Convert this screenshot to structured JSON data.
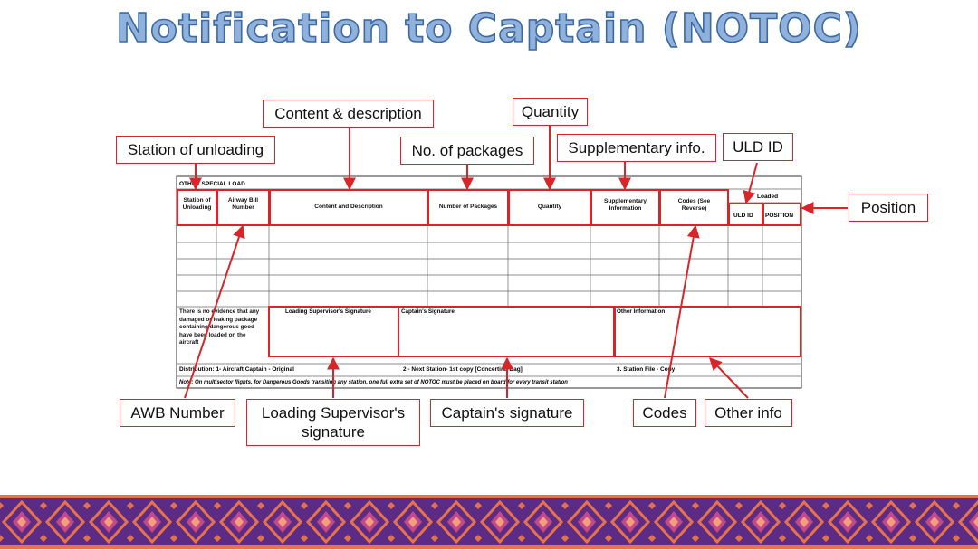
{
  "title": "Notification to Captain (NOTOC)",
  "form": {
    "section_header": "OTHER SPECIAL LOAD",
    "columns": {
      "station": "Station of Unloading",
      "airway_bill": "Airway Bill Number",
      "content": "Content and Description",
      "packages": "Number of Packages",
      "quantity": "Quantity",
      "supplementary": "Supplementary Information",
      "codes": "Codes (See Reverse)",
      "loaded": "Loaded",
      "uld_id": "ULD ID",
      "position": "POSITION"
    },
    "declaration": "There is no evidence that any damaged or leaking package containing dangerous good have been loaded on the aircraft",
    "loading_supervisor_signature": "Loading Supervisor's Signature",
    "captain_signature": "Captain's Signature",
    "other_information": "Other Information",
    "distribution": {
      "d1": "Distribution: 1- Aircraft Captain - Original",
      "d2": "2 - Next Station- 1st copy [Concertina Bag]",
      "d3": "3. Station File - Copy"
    },
    "note": "Note: On multisector flights, for Dangerous Goods transiting any station, one full extra set of NOTOC must be placed on board for every transit station"
  },
  "callouts": {
    "content": "Content & description",
    "quantity": "Quantity",
    "station": "Station of unloading",
    "packages": "No. of packages",
    "supplementary": "Supplementary info.",
    "uld_id": "ULD ID",
    "position": "Position",
    "awb": "AWB Number",
    "loading_supervisor": "Loading Supervisor's signature",
    "captain": "Captain's signature",
    "codes": "Codes",
    "other_info": "Other info"
  },
  "colors": {
    "title_fill": "#8fb1db",
    "title_stroke": "#3d6aa3",
    "callout_red": "#d9242a",
    "band_purple": "#5b2b86",
    "band_orange": "#e8734a"
  }
}
